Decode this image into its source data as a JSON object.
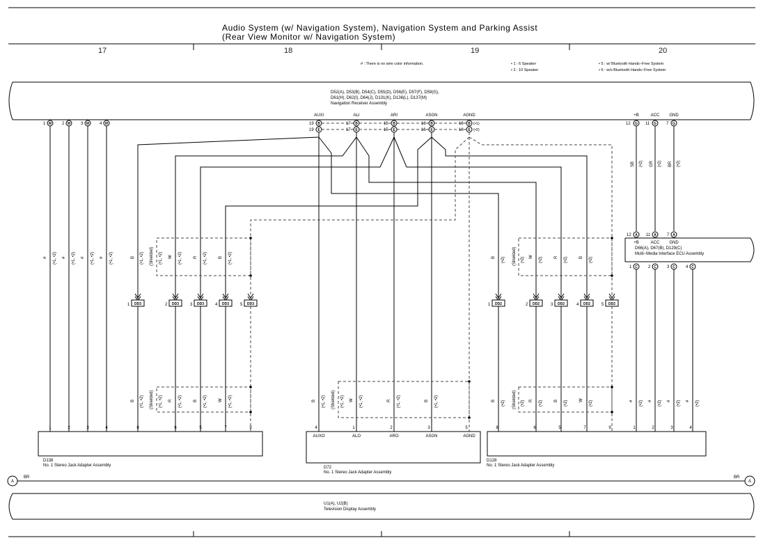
{
  "title": {
    "line1": "Audio System (w/ Navigation System), Navigation System and Parking Assist",
    "line2": "(Rear View Monitor w/ Navigation System)"
  },
  "columns": [
    "17",
    "18",
    "19",
    "20"
  ],
  "notes": {
    "wire_color": "# : There is no wire color information.",
    "speaker_1": "• 1 : 6 Speaker",
    "speaker_2": "• 2 : 10 Speaker",
    "bt_5": "• 5 : w/ Bluetooth Hands−Free System",
    "bt_6": "• 6 : w/o Bluetooth Hands−Free System"
  },
  "nav_receiver": {
    "codes_1": "D52(A), D53(B), D54(C), D55(D), D56(E), D57(F), D59(G),",
    "codes_2": "D61(H), D62(I), D64(J), D131(K), D136(L), D137(M)",
    "name": "Navigation Receiver Assembly",
    "left_pins": [
      {
        "num": "1",
        "conn": "M"
      },
      {
        "num": "2",
        "conn": "M"
      },
      {
        "num": "3",
        "conn": "M"
      },
      {
        "num": "4",
        "conn": "M"
      }
    ],
    "signals": [
      {
        "label": "AUXI",
        "pin_top": "19",
        "conn_top": "B",
        "pin_bot": "19",
        "conn_bot": "E"
      },
      {
        "label": "ALI",
        "pin_top": "17",
        "conn_top": "B",
        "pin_bot": "17",
        "conn_bot": "E"
      },
      {
        "label": "ARI",
        "pin_top": "15",
        "conn_top": "B",
        "pin_bot": "15",
        "conn_bot": "E"
      },
      {
        "label": "ASGN",
        "pin_top": "16",
        "conn_top": "B",
        "pin_bot": "16",
        "conn_bot": "E"
      },
      {
        "label": "AGND",
        "pin_top": "18",
        "conn_top": "B",
        "pin_bot": "18",
        "conn_bot": "E"
      }
    ],
    "agnd_notes": [
      "(•1)",
      "(•2)"
    ],
    "power_pins": [
      {
        "label": "+B",
        "num": "12",
        "conn": "G"
      },
      {
        "label": "ACC",
        "num": "11",
        "conn": "G"
      },
      {
        "label": "GND",
        "num": "7",
        "conn": "G"
      }
    ]
  },
  "mmi_ecu": {
    "codes": "D66(A), D67(B), D129(C)",
    "name": "Multi−Media Interface ECU Assembly",
    "top_pins": [
      {
        "label": "+B",
        "num": "12",
        "conn": "A"
      },
      {
        "label": "ACC",
        "num": "11",
        "conn": "A"
      },
      {
        "label": "GND",
        "num": "7",
        "conn": "A"
      }
    ],
    "bottom_pins": [
      {
        "num": "1",
        "conn": "C"
      },
      {
        "num": "2",
        "conn": "C"
      },
      {
        "num": "3",
        "conn": "C"
      },
      {
        "num": "4",
        "conn": "C"
      }
    ],
    "wire_colors": [
      "SB",
      "GR",
      "BR"
    ],
    "wire_note": "(•2)"
  },
  "junctions": {
    "dd3": {
      "label": "DD3",
      "pins": [
        "1",
        "2",
        "3",
        "4",
        "5"
      ]
    },
    "dd2": {
      "label": "DD2",
      "pins": [
        "1",
        "2",
        "3",
        "4",
        "5"
      ]
    }
  },
  "wire_labels": {
    "hash": "#",
    "note_12": "(•1, •2)",
    "note_2": "(•2)",
    "shielded": "(Shielded)",
    "dd3_upper": [
      "B",
      "W",
      "R",
      "B"
    ],
    "dd3_lower": [
      "B",
      "R",
      "B",
      "W"
    ],
    "d72": [
      "B",
      "W",
      "R",
      "B"
    ],
    "dd2_upper": [
      "B",
      "W",
      "R",
      "B"
    ],
    "dd2_lower": [
      "B",
      "R",
      "B",
      "W"
    ]
  },
  "d138": {
    "code": "D138",
    "name": "No. 1 Stereo Jack Adapter Assembly",
    "pins": [
      "1",
      "2",
      "3",
      "4",
      "8",
      "6",
      "5",
      "7",
      "9"
    ]
  },
  "d72": {
    "code": "D72",
    "name": "No. 1 Stereo Jack Adapter Assembly",
    "pins": [
      "4",
      "1",
      "2",
      "3",
      "5"
    ],
    "pin_labels": [
      "AUXO",
      "ALO",
      "ARO",
      "ASGN",
      "AGND"
    ]
  },
  "d128": {
    "code": "D128",
    "name": "No. 1 Stereo Jack Adapter Assembly",
    "pins": [
      "8",
      "6",
      "5",
      "7",
      "9",
      "1",
      "2",
      "3",
      "4"
    ]
  },
  "ground_bus": {
    "marker": "A",
    "color": "BR"
  },
  "tv_display": {
    "codes": "U1(A), U2(B)",
    "name": "Television Display Assembly"
  }
}
